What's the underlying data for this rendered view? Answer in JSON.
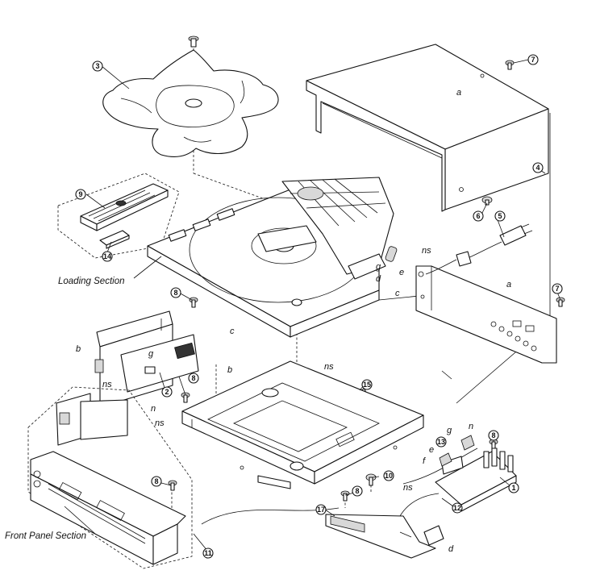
{
  "sections": {
    "loading": "Loading Section",
    "front_panel": "Front Panel Section"
  },
  "callouts": [
    "1",
    "2",
    "3",
    "4",
    "5",
    "6",
    "7",
    "8",
    "9",
    "10",
    "11",
    "12",
    "13",
    "14",
    "15",
    "17"
  ],
  "letter_labels": {
    "a": "a",
    "b": "b",
    "c": "c",
    "d": "d",
    "e": "e",
    "f": "f",
    "g": "g",
    "n": "n",
    "ns": "ns"
  }
}
